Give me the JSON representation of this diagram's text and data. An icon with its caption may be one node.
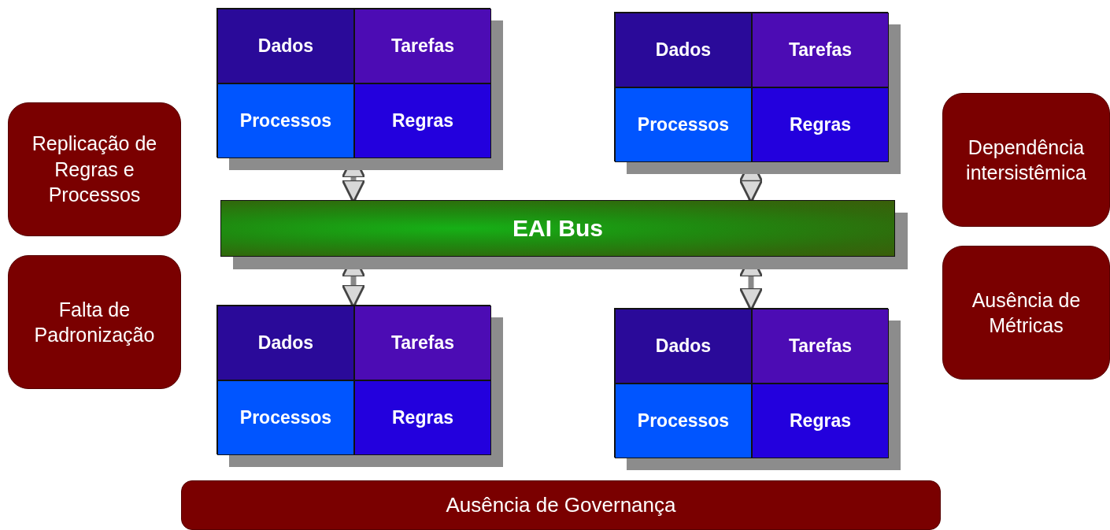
{
  "diagram": {
    "nodes": [
      {
        "text": [],
        "shape": "box"
      },
      {
        "text": [
          "Dados"
        ],
        "in": 0
      },
      {
        "text": [
          "Tarefas"
        ],
        "in": 0
      },
      {
        "text": [
          "Processos"
        ],
        "in": 0
      },
      {
        "text": [
          "Regras"
        ],
        "in": 0
      },
      {
        "text": [],
        "shape": "box"
      },
      {
        "text": [
          "Dados"
        ],
        "in": 5
      },
      {
        "text": [
          "Tarefas"
        ],
        "in": 5
      },
      {
        "text": [
          "Processos"
        ],
        "in": 5
      },
      {
        "text": [
          "Regras"
        ],
        "in": 5
      },
      {
        "text": [
          "Replicação de Regras e Processos"
        ]
      },
      {
        "text": [
          "Dependência intersistêmica"
        ]
      },
      {
        "text": [
          "EAI Bus"
        ]
      },
      {
        "text": [
          "Falta de Padronização"
        ]
      },
      {
        "text": [
          "Ausência de Métricas"
        ]
      },
      {
        "text": [],
        "shape": "box"
      },
      {
        "text": [
          "Dados"
        ],
        "in": 15
      },
      {
        "text": [
          "Tarefas"
        ],
        "in": 15
      },
      {
        "text": [
          "Processos"
        ],
        "in": 15
      },
      {
        "text": [
          "Regras"
        ],
        "in": 15
      },
      {
        "text": [],
        "shape": "box"
      },
      {
        "text": [
          "Dados"
        ],
        "in": 20
      },
      {
        "text": [
          "Tarefas"
        ],
        "in": 20
      },
      {
        "text": [
          "Processos"
        ],
        "in": 20
      },
      {
        "text": [
          "Regras"
        ],
        "in": 20
      },
      {
        "text": [
          "Ausência de Governança"
        ]
      }
    ],
    "edges": [
      {
        "from": 0,
        "to": 12,
        "arrow": "both"
      },
      {
        "from": 5,
        "to": 12,
        "arrow": "both"
      },
      {
        "from": 15,
        "to": 12,
        "arrow": "both"
      },
      {
        "from": 20,
        "to": 12,
        "arrow": "both"
      }
    ]
  }
}
